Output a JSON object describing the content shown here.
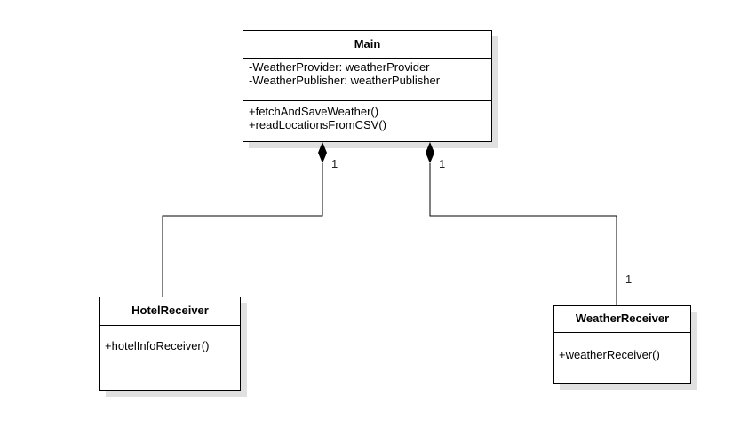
{
  "classes": {
    "main": {
      "name": "Main",
      "attributes": [
        "-WeatherProvider: weatherProvider",
        "-WeatherPublisher: weatherPublisher"
      ],
      "methods": [
        "+fetchAndSaveWeather()",
        "+readLocationsFromCSV()"
      ]
    },
    "hotel": {
      "name": "HotelReceiver",
      "methods": [
        "+hotelInfoReceiver()"
      ]
    },
    "weather": {
      "name": "WeatherReceiver",
      "methods": [
        "+weatherReceiver()"
      ]
    }
  },
  "relations": [
    {
      "from": "Main",
      "to": "HotelReceiver",
      "type": "composition",
      "multiplicity_source": "1"
    },
    {
      "from": "Main",
      "to": "WeatherReceiver",
      "type": "composition",
      "multiplicity_source": "1",
      "multiplicity_target": "1"
    }
  ]
}
